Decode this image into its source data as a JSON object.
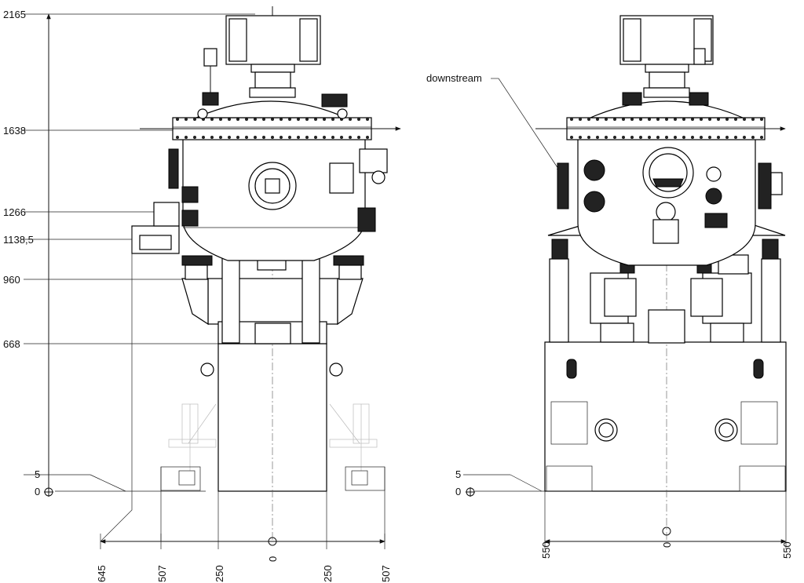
{
  "left_view": {
    "vertical_dimensions": [
      "2165",
      "1638",
      "1266",
      "1138,5",
      "960",
      "668",
      "5",
      "0"
    ],
    "horizontal_dimensions": [
      "645",
      "507",
      "250",
      "0",
      "250",
      "507"
    ]
  },
  "right_view": {
    "callout": "downstream",
    "vertical_dimensions": [
      "5",
      "0"
    ],
    "horizontal_dimensions": [
      "550",
      "0",
      "550"
    ]
  }
}
